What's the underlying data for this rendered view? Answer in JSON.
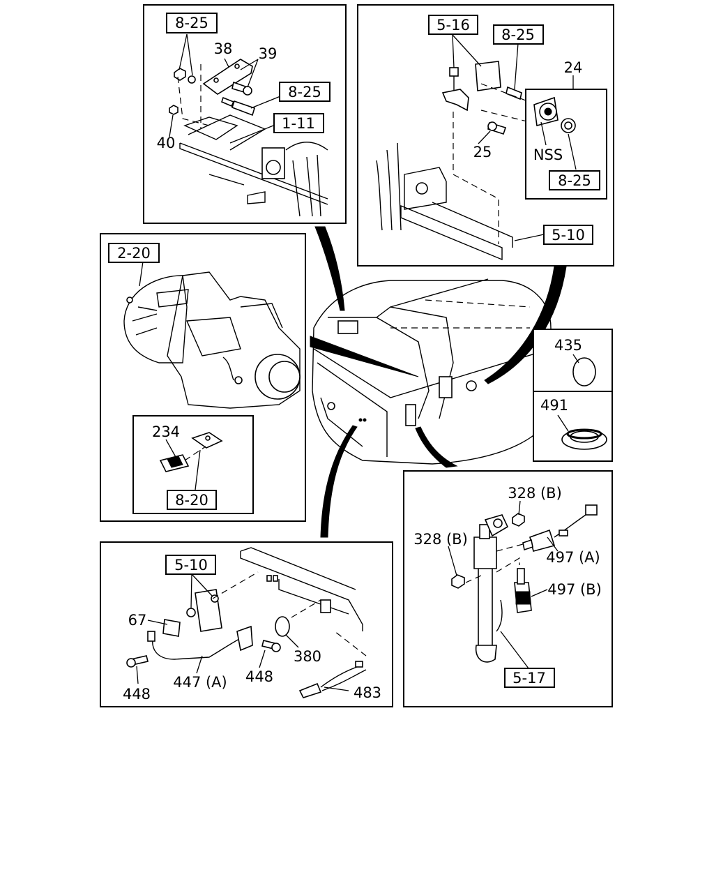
{
  "title": "",
  "panels": {
    "p1": {
      "refs": [
        "8-25",
        "8-25",
        "1-11"
      ],
      "parts": [
        "38",
        "39",
        "40"
      ]
    },
    "p2": {
      "refs": [
        "5-16",
        "8-25",
        "8-25",
        "5-10"
      ],
      "parts": [
        "24",
        "25",
        "NSS"
      ]
    },
    "p3": {
      "refs": [
        "2-20",
        "8-20"
      ],
      "parts": [
        "234"
      ]
    },
    "p4": {
      "parts": [
        "435",
        "491"
      ]
    },
    "p5": {
      "refs": [
        "5-10"
      ],
      "parts": [
        "67",
        "448",
        "447 (A)",
        "448",
        "380",
        "483"
      ]
    },
    "p6": {
      "refs": [
        "5-17"
      ],
      "parts": [
        "328 (B)",
        "328 (B)",
        "497 (A)",
        "497 (B)"
      ]
    }
  }
}
